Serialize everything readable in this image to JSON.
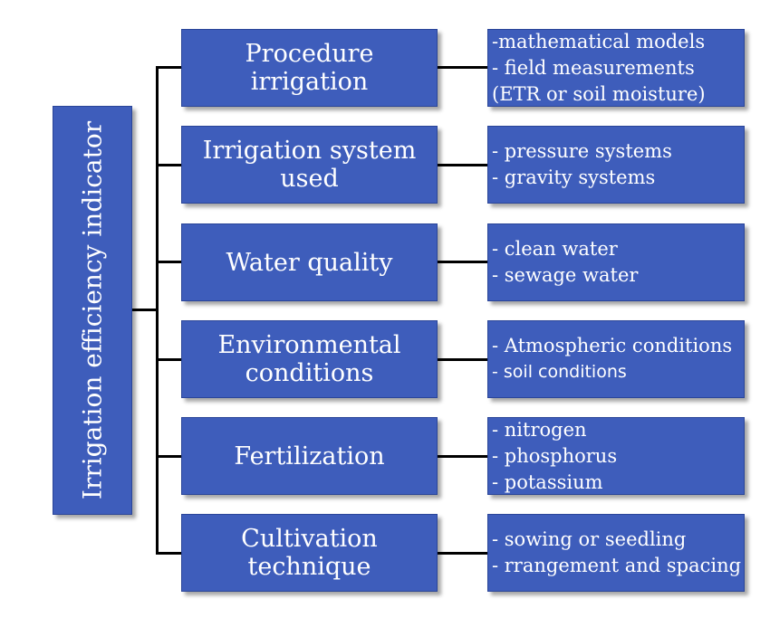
{
  "root": {
    "label": "Irrigation efficiency indicator"
  },
  "categories": [
    {
      "label": "Procedure\nirrigation",
      "details": [
        "-mathematical models",
        "- field measurements",
        "(ETR or soil moisture)"
      ]
    },
    {
      "label": "Irrigation system used",
      "details": [
        "- pressure systems",
        "- gravity systems"
      ]
    },
    {
      "label": "Water quality",
      "details": [
        "- clean water",
        "- sewage water"
      ]
    },
    {
      "label": "Environmental\nconditions",
      "details": [
        "- Atmospheric conditions",
        "- soil conditions"
      ]
    },
    {
      "label": "Fertilization",
      "details": [
        "- nitrogen",
        "- phosphorus",
        "- potassium"
      ]
    },
    {
      "label": "Cultivation technique",
      "details": [
        "- sowing or seedling",
        " - rrangement and spacing"
      ]
    }
  ],
  "colors": {
    "box_fill": "#3e5dbb",
    "box_text": "#ffffff",
    "connector": "#000000"
  }
}
